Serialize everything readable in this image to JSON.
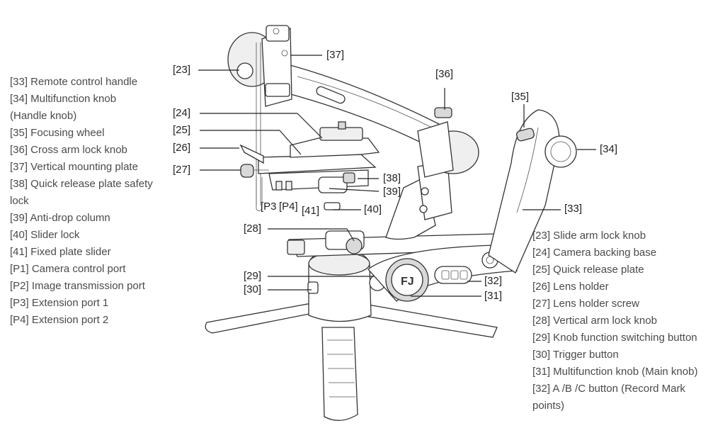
{
  "legend_left": [
    {
      "text": "[33] Remote control handle"
    },
    {
      "text": "[34] Multifunction knob (Handle knob)"
    },
    {
      "text": "[35] Focusing wheel"
    },
    {
      "text": "[36] Cross arm lock knob"
    },
    {
      "text": "[37] Vertical mounting plate"
    },
    {
      "text": "[38] Quick release plate safety lock"
    },
    {
      "text": "[39] Anti-drop column"
    },
    {
      "text": "[40] Slider lock"
    },
    {
      "text": "[41] Fixed plate slider"
    },
    {
      "text": "[P1] Camera control port"
    },
    {
      "text": "[P2] Image transmission port"
    },
    {
      "text": "[P3] Extension port 1"
    },
    {
      "text": "[P4] Extension port 2"
    }
  ],
  "legend_right": [
    {
      "text": "[23]  Slide arm lock knob"
    },
    {
      "text": "[24] Camera backing base"
    },
    {
      "text": "[25] Quick release plate"
    },
    {
      "text": "[26] Lens holder"
    },
    {
      "text": "[27] Lens holder screw"
    },
    {
      "text": "[28] Vertical arm lock knob"
    },
    {
      "text": "[29] Knob function switching button"
    },
    {
      "text": "[30] Trigger button"
    },
    {
      "text": "[31] Multifunction knob (Main knob)"
    },
    {
      "text": "[32] A /B /C button (Record Mark points)"
    }
  ],
  "callouts": {
    "c23": "[23]",
    "c24": "[24]",
    "c25": "[25]",
    "c26": "[26]",
    "c27": "[27]",
    "c28": "[28]",
    "c29": "[29]",
    "c30": "[30]",
    "c31": "[31]",
    "c32": "[32]",
    "c33": "[33]",
    "c34": "[34]",
    "c35": "[35]",
    "c36": "[36]",
    "c37": "[37]",
    "c38": "[38]",
    "c39": "[39]",
    "c40": "[40]",
    "c41": "[41]",
    "p3": "[P3",
    "p4": "[P4]"
  }
}
